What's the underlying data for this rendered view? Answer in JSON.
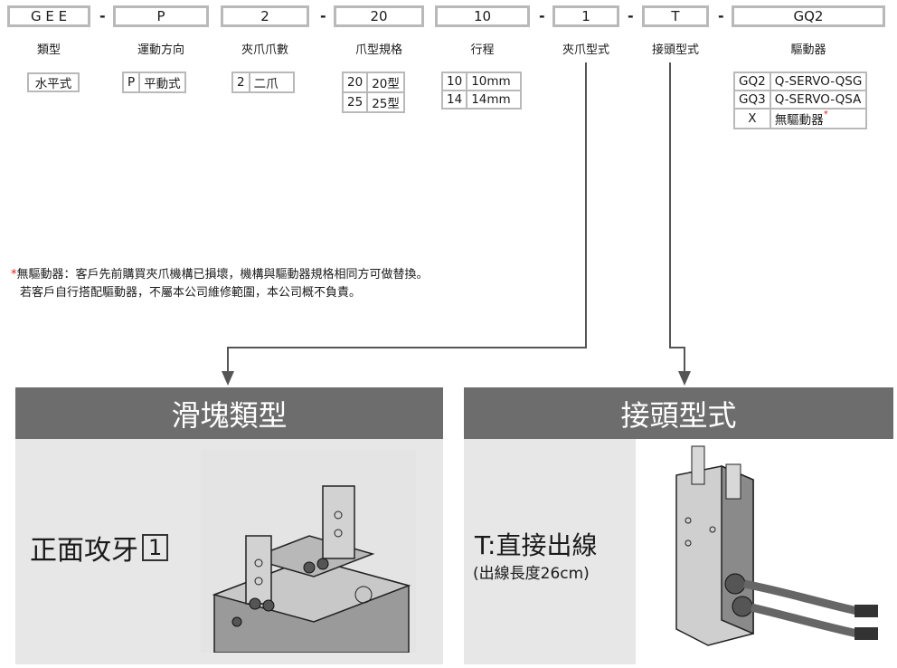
{
  "code": {
    "segments": [
      "G E E",
      "P",
      "2",
      "20",
      "10",
      "1",
      "T",
      "GQ2"
    ],
    "separator": "-",
    "labels": [
      "類型",
      "運動方向",
      "夾爪爪數",
      "爪型規格",
      "行程",
      "夾爪型式",
      "接頭型式",
      "驅動器"
    ]
  },
  "options": {
    "type": "水平式",
    "direction": {
      "code": "P",
      "text": "平動式"
    },
    "jaws": {
      "code": "2",
      "text": "二爪"
    },
    "spec": [
      {
        "code": "20",
        "text": "20型"
      },
      {
        "code": "25",
        "text": "25型"
      }
    ],
    "stroke": [
      {
        "code": "10",
        "text": "10mm"
      },
      {
        "code": "14",
        "text": "14mm"
      }
    ],
    "driver": [
      {
        "code": "GQ2",
        "text": "Q-SERVO-QSG"
      },
      {
        "code": "GQ3",
        "text": "Q-SERVO-QSA"
      },
      {
        "code": "X",
        "text": "無驅動器",
        "star": "*"
      }
    ]
  },
  "note": {
    "star": "*",
    "line1": "無驅動器：客戶先前購買夾爪機構已損壞，機構與驅動器規格相同方可做替換。",
    "line2": "若客戶自行搭配驅動器，不屬本公司維修範圍，本公司概不負責。"
  },
  "panels": {
    "left": {
      "title": "滑塊類型",
      "text": "正面攻牙",
      "code": "1"
    },
    "right": {
      "title": "接頭型式",
      "line1": "T:直接出線",
      "line2": "(出線長度26cm)"
    }
  },
  "colors": {
    "box_border": "#b9b9b9",
    "header_bg": "#6d6d6d",
    "panel_bg": "#e7e7e8",
    "line": "#555555",
    "star": "#e0231c"
  },
  "images": [
    "gripper-front-tapped-photo",
    "gripper-direct-cable-photo"
  ]
}
